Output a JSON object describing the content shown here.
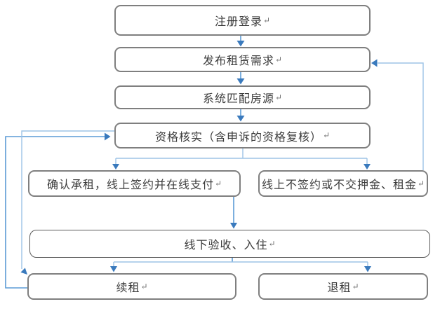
{
  "flowchart": {
    "paragraph_mark": "↵",
    "nodes": [
      {
        "id": "register",
        "label": "注册登录"
      },
      {
        "id": "publish",
        "label": "发布租赁需求"
      },
      {
        "id": "match",
        "label": "系统匹配房源"
      },
      {
        "id": "verify",
        "label": "资格核实（含申诉的资格复核）"
      },
      {
        "id": "confirm",
        "label": "确认承租，线上签约并在线支付"
      },
      {
        "id": "nosign",
        "label": "线上不签约或不交押金、租金"
      },
      {
        "id": "checkin",
        "label": "线下验收、入住"
      },
      {
        "id": "renew",
        "label": "续租"
      },
      {
        "id": "terminate",
        "label": "退租"
      }
    ],
    "edges": [
      {
        "from": "register",
        "to": "publish"
      },
      {
        "from": "publish",
        "to": "match"
      },
      {
        "from": "match",
        "to": "verify"
      },
      {
        "from": "verify",
        "to": "confirm"
      },
      {
        "from": "verify",
        "to": "nosign"
      },
      {
        "from": "confirm",
        "to": "checkin"
      },
      {
        "from": "checkin",
        "to": "renew"
      },
      {
        "from": "checkin",
        "to": "terminate"
      },
      {
        "from": "nosign",
        "to": "publish"
      },
      {
        "from": "renew",
        "to": "verify"
      },
      {
        "from": "verify",
        "to": "renew"
      }
    ],
    "colors": {
      "background": "#ffffff",
      "box_border": "#7f7f7f",
      "checkin_box_border": "#595959",
      "connector_medium": "#5b9bd5",
      "connector_light": "#9dc3e6",
      "arrowhead": "#3a7abd",
      "text": "#3b3b3b"
    }
  }
}
